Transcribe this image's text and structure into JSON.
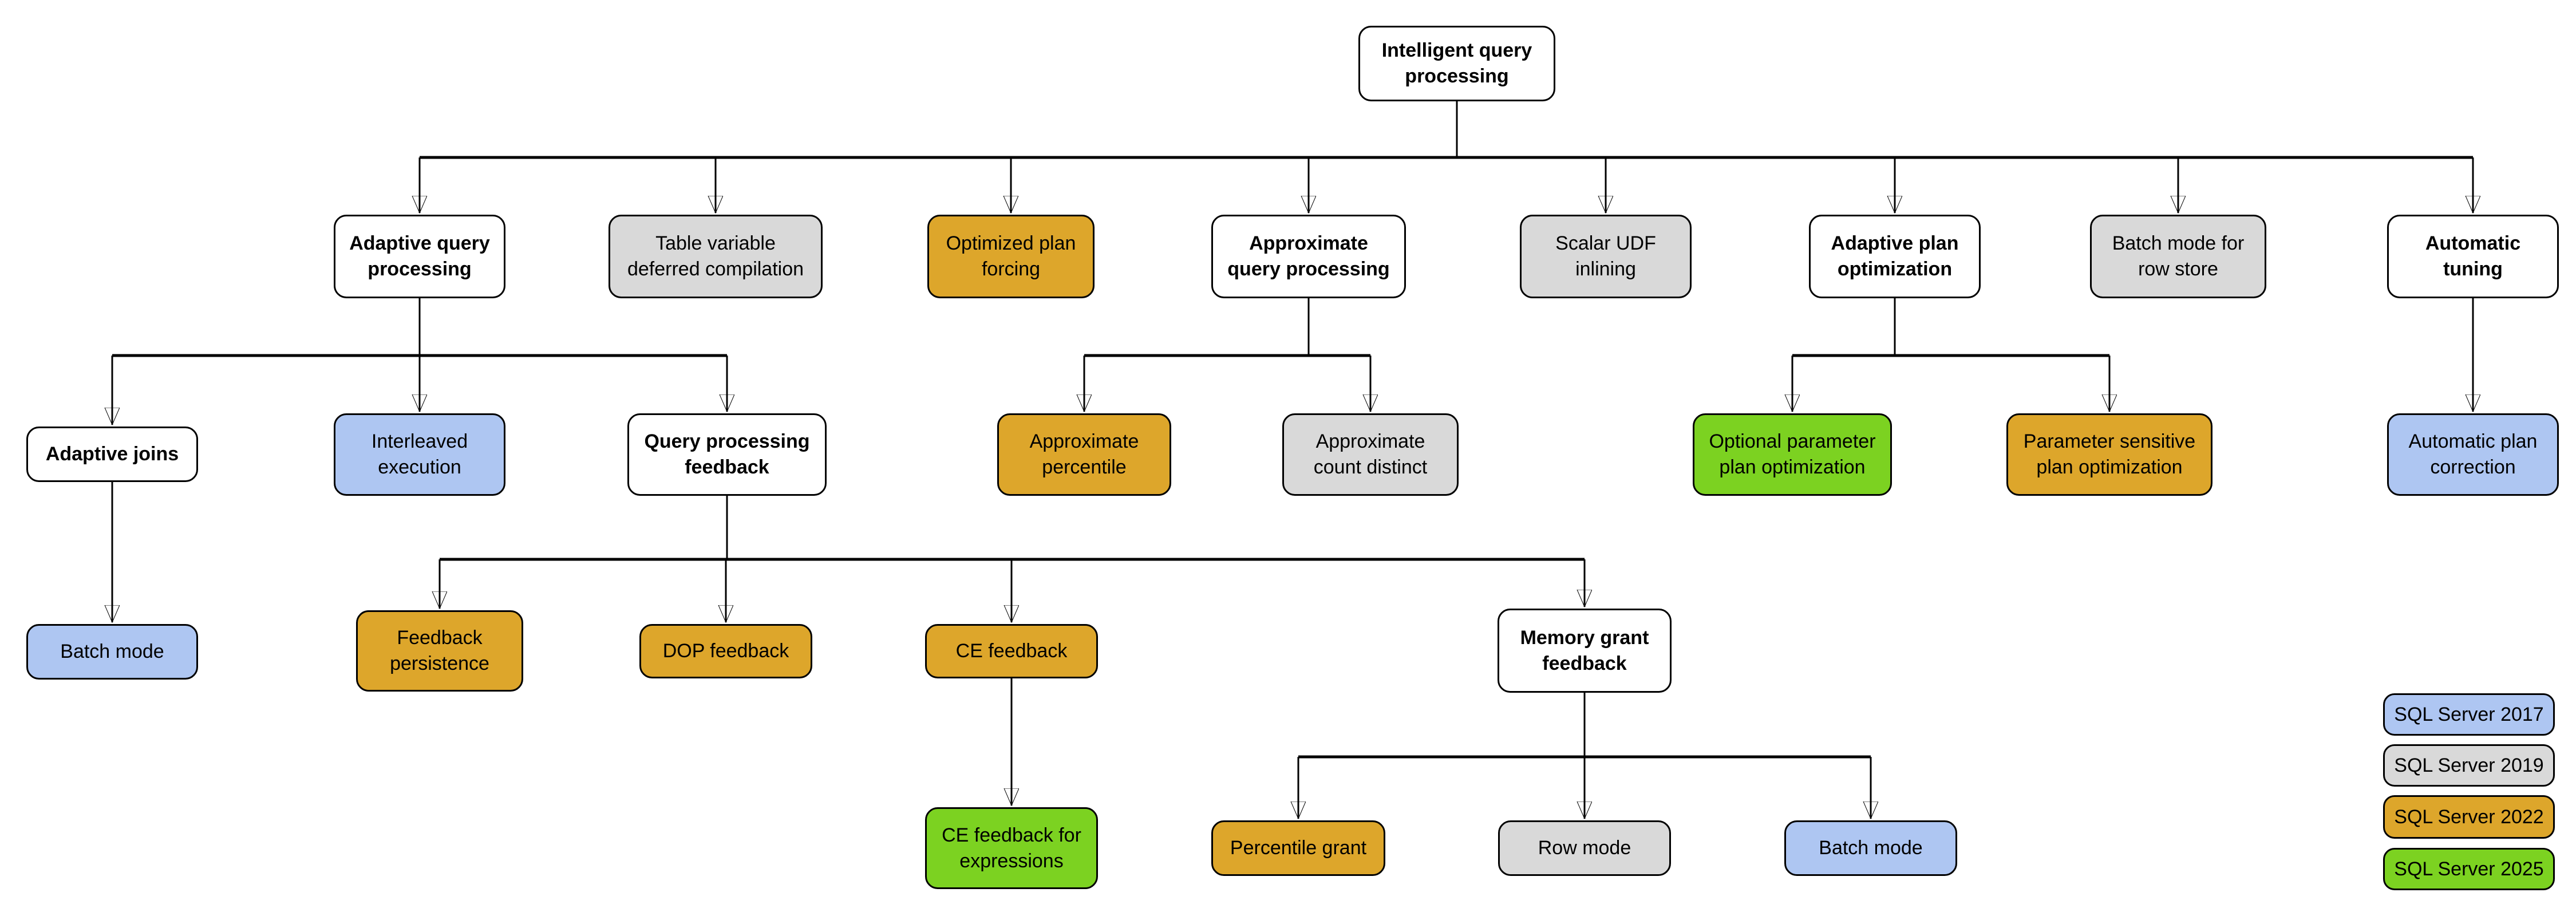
{
  "colors": {
    "white": "#ffffff",
    "gray": "#d9d9d9",
    "gold": "#dda62b",
    "blue": "#aec6f2",
    "green": "#7cd221",
    "border": "#000000"
  },
  "nodes": [
    {
      "id": "intelligent-query-processing",
      "label": "Intelligent query processing",
      "category": "white"
    },
    {
      "id": "adaptive-query-processing",
      "label": "Adaptive query processing",
      "category": "white"
    },
    {
      "id": "table-variable-deferred-compilation",
      "label": "Table variable deferred compilation",
      "category": "gray"
    },
    {
      "id": "optimized-plan-forcing",
      "label": "Optimized plan forcing",
      "category": "gold"
    },
    {
      "id": "approximate-query-processing",
      "label": "Approximate query processing",
      "category": "white"
    },
    {
      "id": "scalar-udf-inlining",
      "label": "Scalar UDF inlining",
      "category": "gray"
    },
    {
      "id": "adaptive-plan-optimization",
      "label": "Adaptive plan optimization",
      "category": "white"
    },
    {
      "id": "batch-mode-for-row-store",
      "label": "Batch mode for row store",
      "category": "gray"
    },
    {
      "id": "automatic-tuning",
      "label": "Automatic tuning",
      "category": "white"
    },
    {
      "id": "adaptive-joins",
      "label": "Adaptive joins",
      "category": "white"
    },
    {
      "id": "interleaved-execution",
      "label": "Interleaved execution",
      "category": "blue"
    },
    {
      "id": "query-processing-feedback",
      "label": "Query processing feedback",
      "category": "white"
    },
    {
      "id": "approximate-percentile",
      "label": "Approximate percentile",
      "category": "gold"
    },
    {
      "id": "approximate-count-distinct",
      "label": "Approximate count distinct",
      "category": "gray"
    },
    {
      "id": "optional-parameter-plan-optimization",
      "label": "Optional parameter plan optimization",
      "category": "green"
    },
    {
      "id": "parameter-sensitive-plan-optimization",
      "label": "Parameter sensitive plan optimization",
      "category": "gold"
    },
    {
      "id": "automatic-plan-correction",
      "label": "Automatic plan correction",
      "category": "blue"
    },
    {
      "id": "batch-mode-adaptive-joins",
      "label": "Batch mode",
      "category": "blue"
    },
    {
      "id": "feedback-persistence",
      "label": "Feedback persistence",
      "category": "gold"
    },
    {
      "id": "dop-feedback",
      "label": "DOP feedback",
      "category": "gold"
    },
    {
      "id": "ce-feedback",
      "label": "CE feedback",
      "category": "gold"
    },
    {
      "id": "memory-grant-feedback",
      "label": "Memory grant feedback",
      "category": "white"
    },
    {
      "id": "ce-feedback-for-expressions",
      "label": "CE feedback for expressions",
      "category": "green"
    },
    {
      "id": "percentile-grant",
      "label": "Percentile grant",
      "category": "gold"
    },
    {
      "id": "row-mode",
      "label": "Row mode",
      "category": "gray"
    },
    {
      "id": "batch-mode-memory-grant",
      "label": "Batch mode",
      "category": "blue"
    }
  ],
  "edges": [
    {
      "from": "intelligent-query-processing",
      "to": "adaptive-query-processing"
    },
    {
      "from": "intelligent-query-processing",
      "to": "table-variable-deferred-compilation"
    },
    {
      "from": "intelligent-query-processing",
      "to": "optimized-plan-forcing"
    },
    {
      "from": "intelligent-query-processing",
      "to": "approximate-query-processing"
    },
    {
      "from": "intelligent-query-processing",
      "to": "scalar-udf-inlining"
    },
    {
      "from": "intelligent-query-processing",
      "to": "adaptive-plan-optimization"
    },
    {
      "from": "intelligent-query-processing",
      "to": "batch-mode-for-row-store"
    },
    {
      "from": "intelligent-query-processing",
      "to": "automatic-tuning"
    },
    {
      "from": "adaptive-query-processing",
      "to": "adaptive-joins"
    },
    {
      "from": "adaptive-query-processing",
      "to": "interleaved-execution"
    },
    {
      "from": "adaptive-query-processing",
      "to": "query-processing-feedback"
    },
    {
      "from": "approximate-query-processing",
      "to": "approximate-percentile"
    },
    {
      "from": "approximate-query-processing",
      "to": "approximate-count-distinct"
    },
    {
      "from": "adaptive-plan-optimization",
      "to": "optional-parameter-plan-optimization"
    },
    {
      "from": "adaptive-plan-optimization",
      "to": "parameter-sensitive-plan-optimization"
    },
    {
      "from": "automatic-tuning",
      "to": "automatic-plan-correction"
    },
    {
      "from": "adaptive-joins",
      "to": "batch-mode-adaptive-joins"
    },
    {
      "from": "query-processing-feedback",
      "to": "feedback-persistence"
    },
    {
      "from": "query-processing-feedback",
      "to": "dop-feedback"
    },
    {
      "from": "query-processing-feedback",
      "to": "ce-feedback"
    },
    {
      "from": "query-processing-feedback",
      "to": "memory-grant-feedback"
    },
    {
      "from": "ce-feedback",
      "to": "ce-feedback-for-expressions"
    },
    {
      "from": "memory-grant-feedback",
      "to": "percentile-grant"
    },
    {
      "from": "memory-grant-feedback",
      "to": "row-mode"
    },
    {
      "from": "memory-grant-feedback",
      "to": "batch-mode-memory-grant"
    }
  ],
  "legend": [
    {
      "label": "SQL Server 2017",
      "category": "blue"
    },
    {
      "label": "SQL Server 2019",
      "category": "gray"
    },
    {
      "label": "SQL Server 2022",
      "category": "gold"
    },
    {
      "label": "SQL Server 2025",
      "category": "green"
    }
  ]
}
